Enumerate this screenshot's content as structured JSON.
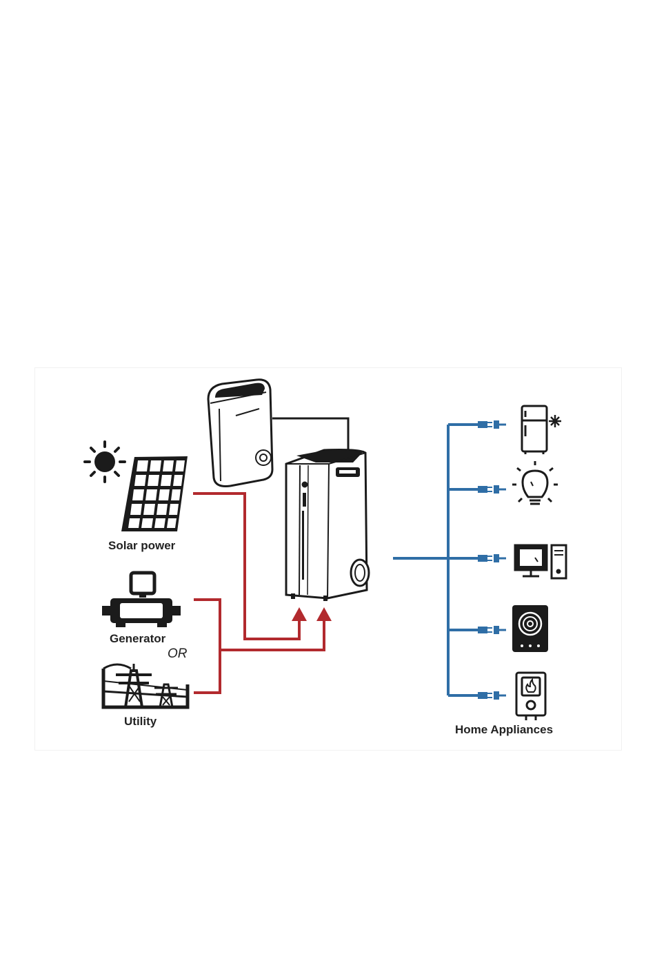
{
  "labels": {
    "solar": "Solar power",
    "generator": "Generator",
    "or": "OR",
    "utility": "Utility",
    "appliances": "Home Appliances"
  },
  "colors": {
    "input_line": "#b22a2e",
    "output_line": "#2f6ea6",
    "plug": "#2f6ea6",
    "ink": "#1b1b1b"
  },
  "icons": [
    "sun-icon",
    "solar-panel-icon",
    "generator-icon",
    "power-tower-icon",
    "battery-module-icon",
    "inverter-unit-icon",
    "fridge-icon",
    "light-bulb-icon",
    "computer-icon",
    "induction-cooktop-icon",
    "water-heater-icon",
    "plug-icon"
  ]
}
